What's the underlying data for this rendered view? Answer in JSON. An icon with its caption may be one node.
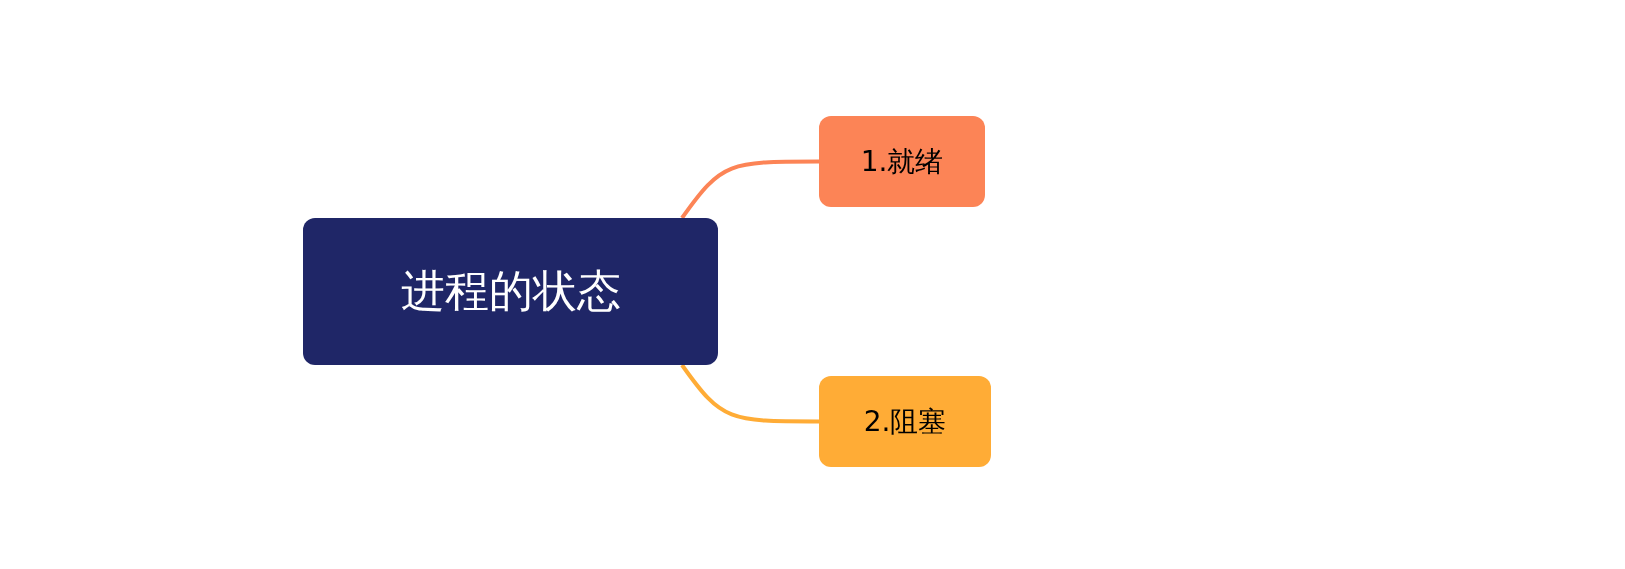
{
  "diagram": {
    "nodes": [
      {
        "text": [
          "进程的状态"
        ]
      },
      {
        "text": [
          "1.就绪"
        ]
      },
      {
        "text": [
          "2.阻塞"
        ]
      }
    ],
    "edges": [
      {
        "from": 0,
        "to": 1,
        "arrow": "none",
        "color": "#fc8456"
      },
      {
        "from": 0,
        "to": 2,
        "arrow": "none",
        "color": "#ffac36"
      }
    ]
  }
}
